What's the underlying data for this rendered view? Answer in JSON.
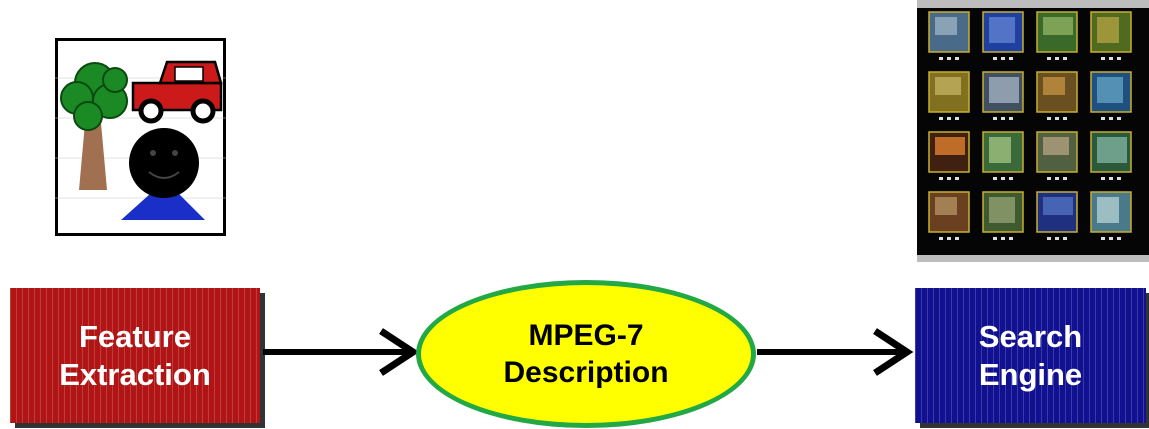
{
  "nodes": {
    "feature_extraction": {
      "line1": "Feature",
      "line2": "Extraction",
      "color": "#b01414"
    },
    "mpeg7_description": {
      "line1": "MPEG-7",
      "line2": "Description",
      "fill": "#ffff00",
      "border": "#22a845"
    },
    "search_engine": {
      "line1": "Search",
      "line2": "Engine",
      "color": "#101090"
    }
  },
  "arrows": [
    {
      "from": "feature_extraction",
      "to": "mpeg7_description"
    },
    {
      "from": "mpeg7_description",
      "to": "search_engine"
    }
  ],
  "images": {
    "drawing": {
      "depicts": [
        "tree",
        "red-car",
        "smiling-person"
      ]
    },
    "photo_grid": {
      "depicts": "image-thumbnail-browser",
      "rows": 4,
      "cols": 4
    }
  }
}
